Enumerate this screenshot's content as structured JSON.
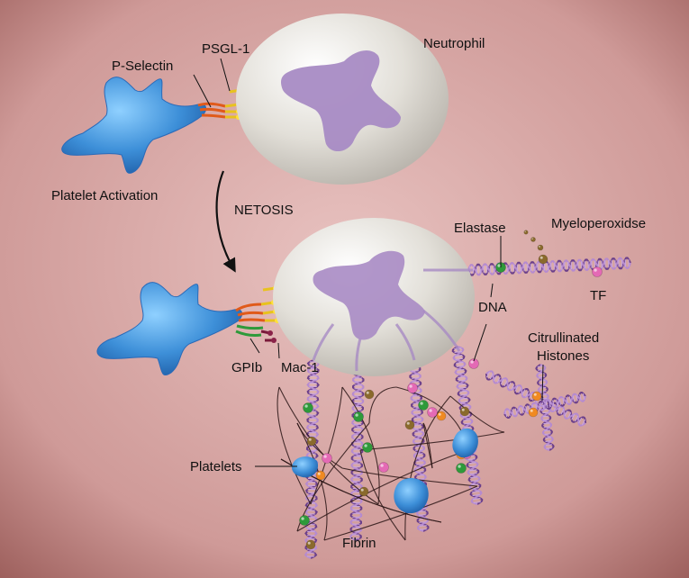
{
  "labels": {
    "psgl1": "PSGL-1",
    "neutrophil": "Neutrophil",
    "pselectin": "P-Selectin",
    "platelet_activation": "Platelet Activation",
    "netosis": "NETOSIS",
    "elastase": "Elastase",
    "myeloperoxidase": "Myeloperoxidse",
    "tf": "TF",
    "dna": "DNA",
    "citrullinated": "Citrullinated",
    "histones": "Histones",
    "gpib": "GPIb",
    "mac1": "Mac-1",
    "platelets": "Platelets",
    "fibrin": "Fibrin"
  },
  "colors": {
    "background": "#d9a9a8",
    "cell": "#e6e3dd",
    "nucleus": "#a88bc4",
    "platelet": "#3d8fd8",
    "dna": "#8c5aa8",
    "elastase": "#2e9a3a",
    "myeloperoxidase": "#8a6a2c",
    "tf": "#e46ab5",
    "histone": "#f08a22",
    "fibrin": "#2a1515"
  }
}
